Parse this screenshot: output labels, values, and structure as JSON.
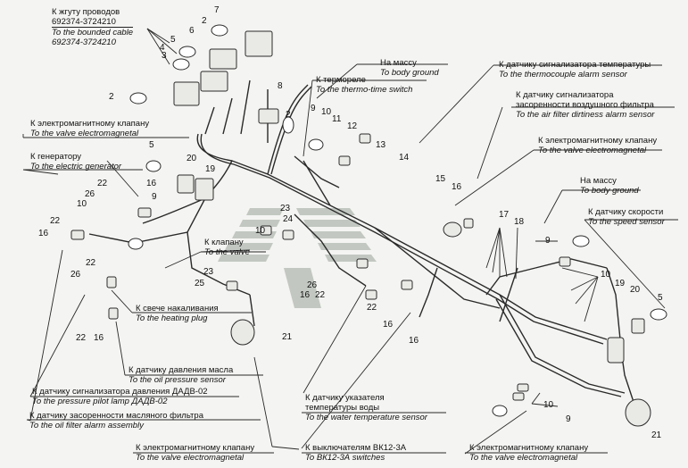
{
  "labels": {
    "harness": {
      "ru": "К жгуту проводов",
      "code1": "692374-3724210",
      "en": "To the bounded cable",
      "code2": "692374-3724210"
    },
    "solenoid_top": {
      "ru": "К электромагнитному клапану",
      "en": "To the valve electromagnetal"
    },
    "generator": {
      "ru": "К генератору",
      "en": "To the electric generator"
    },
    "thermo_relay": {
      "ru": "К термореле",
      "en": "To the thermo-time switch"
    },
    "ground_top": {
      "ru": "На массу",
      "en": "To body ground"
    },
    "temp_alarm": {
      "ru": "К датчику сигнализатора температуры",
      "en": "To the thermocouple alarm sensor"
    },
    "air_filter": {
      "ru1": "К датчику сигнализатора",
      "ru2": "засоренности воздушного фильтра",
      "en": "To the air filter dirtiness alarm sensor"
    },
    "solenoid_right": {
      "ru": "К электромагнитному клапану",
      "en": "To the valve electromagnetal"
    },
    "ground_right": {
      "ru": "На массу",
      "en": "To body ground"
    },
    "speed": {
      "ru": "К датчику скорости",
      "en": "To the speed sensor"
    },
    "valve": {
      "ru": "К клапану",
      "en": "To the valve"
    },
    "glow_plug": {
      "ru": "К свече накаливания",
      "en": "To the heating plug"
    },
    "oil_pressure": {
      "ru": "К датчику давления масла",
      "en": "To the oil pressure sensor"
    },
    "pressure_alarm": {
      "ru": "К датчику сигнализатора давления ДАДВ-02",
      "en": "To the pressure pilot lamp ДАДВ-02"
    },
    "oil_filter": {
      "ru": "К датчику засоренности масляного фильтра",
      "en": "To the oil filter alarm assembly"
    },
    "water_temp": {
      "ru1": "К датчику указателя",
      "ru2": "температуры воды",
      "en": "To the water temperature sensor"
    },
    "solenoid_bottom": {
      "ru": "К электромагнитному клапану",
      "en": "To the valve electromagnetal"
    },
    "switches": {
      "ru": "К выключателям ВК12-3А",
      "en": "To ВК12-3А switches"
    },
    "solenoid_bottom_right": {
      "ru": "К электромагнитному клапану",
      "en": "To the valve electromagnetal"
    }
  },
  "numbers": {
    "n7": "7",
    "n2a": "2",
    "n6": "6",
    "n5a": "5",
    "n4": "4",
    "n3": "3",
    "n2b": "2",
    "n8": "8",
    "n2c": "2",
    "n9a": "9",
    "n10a": "10",
    "n11": "11",
    "n12": "12",
    "n13": "13",
    "n14": "14",
    "n5b": "5",
    "n20a": "20",
    "n19a": "19",
    "n22a": "22",
    "n16a": "16",
    "n26a": "26",
    "n10b": "10",
    "n9b": "9",
    "n22b": "22",
    "n16b": "16",
    "n23a": "23",
    "n10c": "10",
    "n24": "24",
    "n15": "15",
    "n16c": "16",
    "n17": "17",
    "n18": "18",
    "n9c": "9",
    "n10d": "10",
    "n22c": "22",
    "n26b": "26",
    "n23b": "23",
    "n25": "25",
    "n26c": "26",
    "n22d": "22",
    "n16d": "16",
    "n22e": "22",
    "n16e": "16",
    "n16f": "16",
    "n21a": "21",
    "n22f": "22",
    "n16g": "16",
    "n19b": "19",
    "n20b": "20",
    "n5c": "5",
    "n10e": "10",
    "n9d": "9",
    "n21b": "21"
  },
  "colors": {
    "line": "#2a2a2a",
    "logo": "#8a958a",
    "background": "#f4f4f2"
  }
}
